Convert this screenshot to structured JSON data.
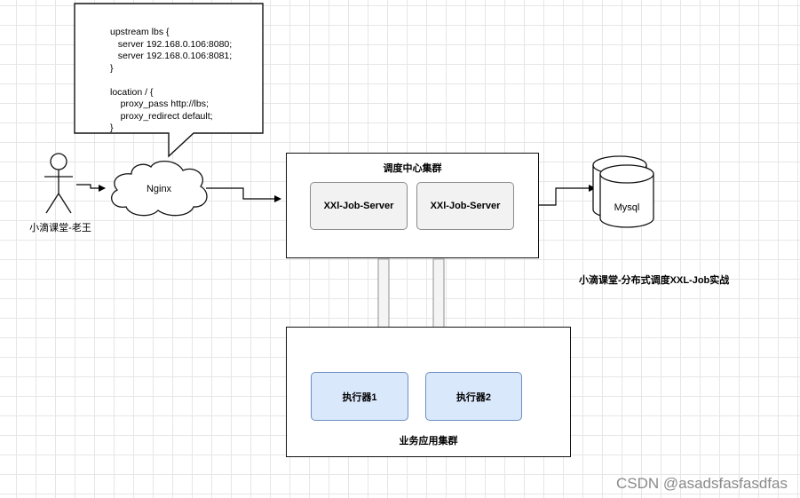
{
  "callout": {
    "lines": [
      "upstream lbs {",
      "   server 192.168.0.106:8080;",
      "   server 192.168.0.106:8081;",
      "}",
      "",
      "location / {",
      "    proxy_pass http://lbs;",
      "    proxy_redirect default;",
      "}"
    ]
  },
  "actor": {
    "label": "小滴课堂-老王"
  },
  "cloud": {
    "label": "Nginx"
  },
  "scheduler_cluster": {
    "title": "调度中心集群",
    "servers": [
      "XXl-Job-Server",
      "XXl-Job-Server"
    ]
  },
  "database": {
    "label": "Mysql"
  },
  "caption": "小滴课堂-分布式调度XXL-Job实战",
  "business_cluster": {
    "title": "业务应用集群",
    "executors": [
      "执行器1",
      "执行器2"
    ]
  },
  "watermark": "CSDN @asadsfasfasdfas"
}
